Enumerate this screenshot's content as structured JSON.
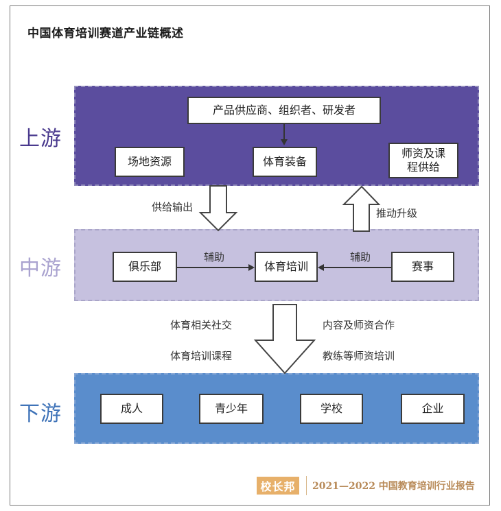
{
  "title": "中国体育培训赛道产业链概述",
  "levels": {
    "upstream": "上游",
    "midstream": "中游",
    "downstream": "下游"
  },
  "upstream": {
    "top_box": "产品供应商、组织者、研发者",
    "boxes": [
      "场地资源",
      "体育装备",
      "师资及课程供给"
    ]
  },
  "midstream": {
    "left_box": "俱乐部",
    "center_box": "体育培训",
    "right_box": "赛事",
    "left_arrow_label": "辅助",
    "right_arrow_label": "辅助"
  },
  "downstream": {
    "boxes": [
      "成人",
      "青少年",
      "学校",
      "企业"
    ]
  },
  "flows": {
    "supply_output": "供给输出",
    "promote_upgrade": "推动升级",
    "left_lines": [
      "体育相关社交",
      "体育培训课程"
    ],
    "right_lines": [
      "内容及师资合作",
      "教练等师资培训"
    ]
  },
  "footer": {
    "brand": "校长邦",
    "report": "2021—2022 中国教育培训行业报告"
  },
  "colors": {
    "upstream_band": "#5b4d9e",
    "midstream_band": "#c6c1df",
    "downstream_band": "#5a8dcc",
    "brand": "#e7b06a"
  }
}
